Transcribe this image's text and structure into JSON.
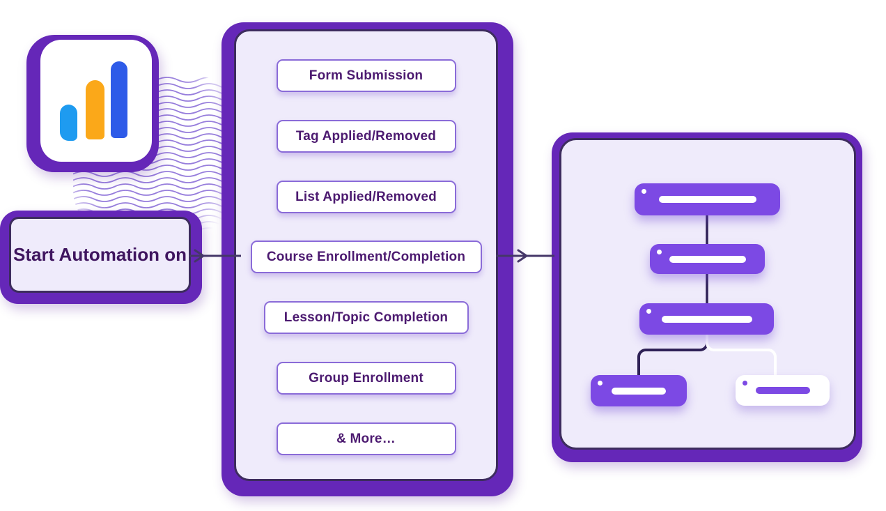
{
  "colors": {
    "frame_purple": "#6527B8",
    "panel_lavender": "#EFEBFB",
    "panel_border_dark": "#3D2C5E",
    "node_purple": "#7C49E4",
    "connector_dark": "#453768",
    "button_text_purple": "#4C1A70",
    "wave_purple": "#8668D6",
    "logo_bar_light_blue": "#1E9BF0",
    "logo_bar_orange": "#FBA819",
    "logo_bar_blue": "#2E5BE8"
  },
  "logo_card": {
    "icon": "bar-chart-logo"
  },
  "start_box": {
    "label": "Start Automation on"
  },
  "trigger_panel": {
    "items": [
      {
        "label": "Form Submission"
      },
      {
        "label": "Tag Applied/Removed"
      },
      {
        "label": "List Applied/Removed"
      },
      {
        "label": "Course Enrollment/Completion"
      },
      {
        "label": "Lesson/Topic Completion"
      },
      {
        "label": "Group Enrollment"
      },
      {
        "label": "& More…"
      }
    ]
  },
  "flow_panel": {
    "nodes": [
      {
        "style": "purple"
      },
      {
        "style": "purple"
      },
      {
        "style": "purple"
      },
      {
        "style": "purple"
      },
      {
        "style": "white"
      }
    ]
  }
}
